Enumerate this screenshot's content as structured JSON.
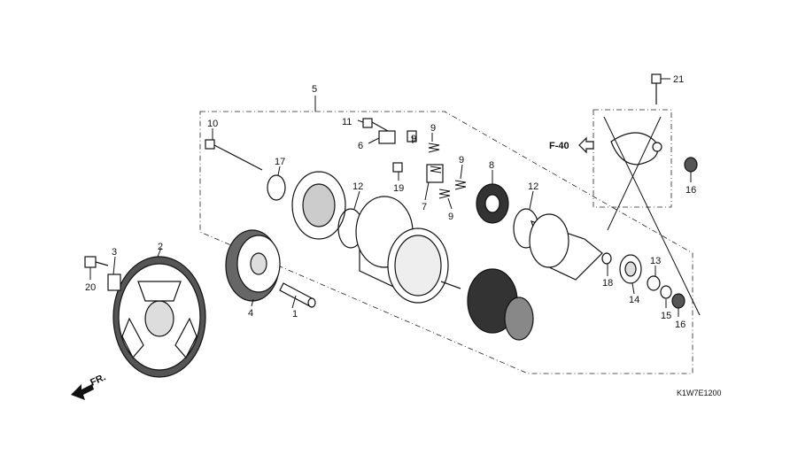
{
  "callouts": {
    "c1": "1",
    "c2": "2",
    "c3": "3",
    "c4": "4",
    "c5": "5",
    "c6": "6",
    "c7": "7",
    "c8": "8",
    "c9a": "9",
    "c9b": "9",
    "c9c": "9",
    "c9d": "9",
    "c10": "10",
    "c11": "11",
    "c12a": "12",
    "c12b": "12",
    "c13": "13",
    "c14": "14",
    "c15": "15",
    "c16a": "16",
    "c16b": "16",
    "c17": "17",
    "c18": "18",
    "c19": "19",
    "c20": "20",
    "c21": "21"
  },
  "references": {
    "front_arrow": "FR.",
    "page_ref": "F-40",
    "diagram_code": "K1W7E1200"
  },
  "colors": {
    "ink": "#111111",
    "part_fill": "#ffffff",
    "shade": "#555555"
  }
}
